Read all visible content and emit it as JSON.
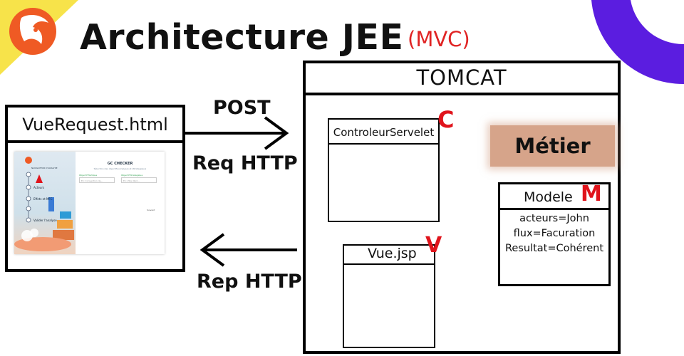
{
  "header": {
    "title": "Architecture JEE",
    "subtitle": "(MVC)"
  },
  "client": {
    "title": "VueRequest.html",
    "screenshot": {
      "app_title": "GC CHECKER",
      "app_subtitle": "Sélection des objectifs (Analyse) et (Strategique)",
      "sidebar_title": "NAVIGATEUR D'ANALYSE",
      "field1_label": "Objectif Tactique",
      "field1_placeholder": "Ex: Convention de...",
      "field2_label": "Objectif Strategique",
      "field2_placeholder": "Ex: Villa d&id...",
      "steps": [
        "Acteurs",
        "Effets et MFC",
        "Valider l'analyse"
      ],
      "submit": "Suivant"
    }
  },
  "arrows": {
    "post": "POST",
    "req": "Req HTTP",
    "rep": "Rep HTTP"
  },
  "server": {
    "title": "TOMCAT",
    "controller": {
      "title": "ControleurServelet",
      "letter": "C"
    },
    "metier": {
      "title": "Métier"
    },
    "model": {
      "title": "Modele",
      "letter": "M",
      "lines": [
        "acteurs=John",
        "flux=Facuration",
        "Resultat=Cohérent"
      ]
    },
    "view": {
      "title": "Vue.jsp",
      "letter": "V"
    }
  },
  "colors": {
    "logo_bg": "#f7e34a",
    "logo_fox": "#ef5a24",
    "corner_purple": "#5b1de0",
    "metier_bg": "#d6a48a",
    "accent_red": "#e0141c"
  }
}
